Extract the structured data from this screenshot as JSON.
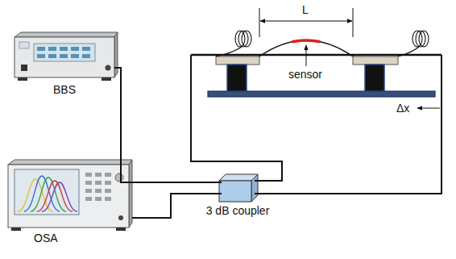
{
  "diagram": {
    "nodes": [
      {
        "text": [
          "BBS"
        ]
      },
      {
        "text": [
          "OSA"
        ]
      },
      {
        "text": [
          "3 dB coupler"
        ]
      }
    ],
    "edges": [
      {
        "from": 0,
        "to": 2,
        "arrow": "none"
      },
      {
        "from": 2,
        "to": 1,
        "arrow": "none"
      }
    ],
    "labels": [
      "L",
      "sensor",
      "Δx"
    ]
  }
}
